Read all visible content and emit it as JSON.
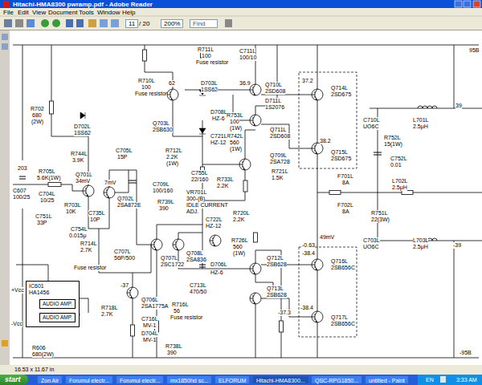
{
  "diagram": {
    "nodes": [
      {
        "text": [
          "11"
        ]
      },
      {
        "text": [
          "200%"
        ]
      },
      {
        "text": [
          "Find"
        ]
      },
      {
        "text": [
          "IC601 HA1456"
        ]
      },
      {
        "text": [
          "AUDIO AMP."
        ],
        "in": 3
      },
      {
        "text": [
          "AUDIO AMP."
        ],
        "in": 3
      },
      {
        "text": [
          "start"
        ]
      },
      {
        "text": [
          "Zon Air"
        ]
      },
      {
        "text": [
          "Forumul electr..."
        ]
      },
      {
        "text": [
          "Forumul electr..."
        ]
      },
      {
        "text": [
          "mx1850hd sc..."
        ]
      },
      {
        "text": [
          "ELFORUM"
        ]
      },
      {
        "text": [
          "Hitachi-HMA8300..."
        ]
      },
      {
        "text": [
          "QSC-RPG1850..."
        ]
      },
      {
        "text": [
          "untitled - Paint"
        ]
      }
    ],
    "labels": [
      "Hitachi-HMA8300 pwramp.pdf - Adobe Reader",
      "File",
      "Edit",
      "View",
      "Document",
      "Tools",
      "Window",
      "Help",
      "/ 20",
      "16.53 x 11.67 in",
      "EN",
      "3:33 AM",
      "R711L",
      "100",
      "Fuse resistor",
      "C711L",
      "100/10",
      "95B",
      "R710L",
      "100",
      "Fuse resistor",
      "D703L",
      "1SS62",
      "36.9",
      "Q710L",
      "2SD608",
      "37.2",
      "Q714L",
      "2SD675",
      "62",
      "R702",
      "680",
      "(2W)",
      "D702L",
      "1SS62",
      "Q703L",
      "2SB630",
      "D708L",
      "HZ-6",
      "R753L",
      "100",
      "(1W)",
      "D711L",
      "1S2076",
      "Q711L",
      "2SD608",
      "R742L",
      "560",
      "(1W)",
      "38.2",
      "Q715L",
      "2SD675",
      "C710L",
      "UO6C",
      "L701L",
      "2.5μH",
      "39",
      "R752L",
      "15(1W)",
      "R744L",
      "3.9K",
      "C705L",
      "15P",
      "R712L",
      "2.2K",
      "(1W)",
      "C721L",
      "HZ-12",
      "C755L",
      "22/160",
      "Q709L",
      "2SA728",
      "R721L",
      "1.5K",
      "C752L",
      "0.01",
      "F701L",
      "8A",
      "L702L",
      "2.5μH",
      "203",
      "R705L",
      "5.6K(1W)",
      "Q701L",
      "34mV",
      "7mV",
      "C704L",
      "10/25",
      "R703L",
      "10K",
      "C735L",
      "10P",
      "C751L",
      "33P",
      "C754L",
      "0.015μ",
      "Q702L",
      "2SA872E",
      "C709L",
      "100/160",
      "R739L",
      "390",
      "VR701L",
      "300-(B)",
      "IDLE CURRENT",
      "ADJ.",
      "R733L",
      "2.2K",
      "C722L",
      "HZ-12",
      "R720L",
      "2.2K",
      "F702L",
      "8A",
      "R751L",
      "22(3W)",
      "C703L",
      "UO6C",
      "L703L",
      "2.5μH",
      "-39",
      "49mV",
      "-0.63",
      "-38.4",
      "Q716L",
      "2SB656C",
      "-38.4",
      "Q717L",
      "2SB656C",
      "R726L",
      "560",
      "(1W)",
      "Q712L",
      "2SB628",
      "D706L",
      "HZ-6",
      "C713L",
      "470/50",
      "Q713L",
      "2SB628",
      "-37.3",
      "C707L",
      "56P/500",
      "Q707L",
      "2SC1722",
      "Q708L",
      "2SA836",
      "R714L",
      "2.7K",
      "Fuse resistor",
      "-37",
      "Q706L",
      "2SA1775A",
      "R716L",
      "56",
      "Fuse resistor",
      "R718L",
      "2.7K",
      "C716L",
      "MV-1",
      "D704L",
      "MV-1",
      "R738L",
      "390",
      "+Vcc",
      "-Vcc",
      "C607",
      "100/25",
      "R606",
      "680(2W)",
      "-95B"
    ]
  }
}
